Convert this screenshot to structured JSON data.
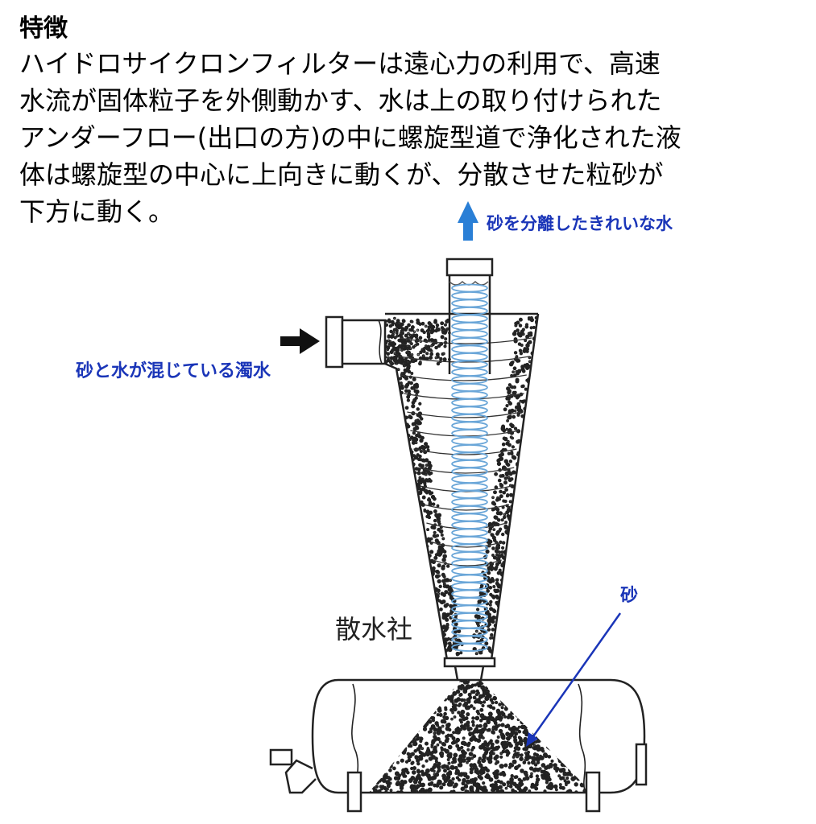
{
  "heading": "特徴",
  "description_lines": [
    "ハイドロサイクロンフィルターは遠心力の利用で、高速",
    "水流が固体粒子を外側動かす、水は上の取り付けられた",
    "アンダーフロー(出口の方)の中に螺旋型道で浄化された液",
    "体は螺旋型の中心に上向きに動くが、分散させた粒砂が",
    "下方に動く。"
  ],
  "labels": {
    "outlet": "砂を分離したきれいな水",
    "inlet": "砂と水が混じている濁水",
    "sand": "砂",
    "watermark": "散水社"
  },
  "colors": {
    "label_blue": "#1a35b8",
    "arrow_blue": "#2a7fd6",
    "spiral_blue": "#6aa6d8",
    "arrow_black": "#111111"
  },
  "icons": [
    "up-arrow-icon",
    "right-arrow-icon"
  ]
}
